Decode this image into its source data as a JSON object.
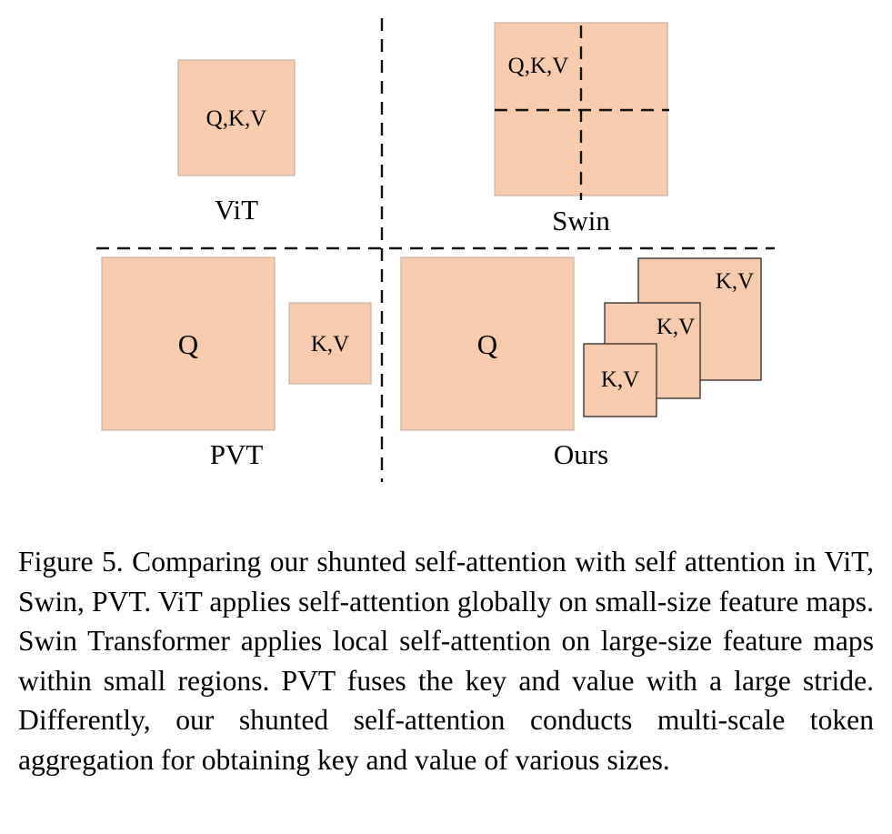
{
  "colors": {
    "block_fill": "#f6cbae",
    "block_stroke": "#c8b3a4",
    "stacked_stroke": "#2a2a2a",
    "divider": "#111111"
  },
  "panels": {
    "vit": {
      "title": "ViT",
      "qkv_label": "Q,K,V"
    },
    "swin": {
      "title": "Swin",
      "qkv_label": "Q,K,V"
    },
    "pvt": {
      "title": "PVT",
      "q_label": "Q",
      "kv_label": "K,V"
    },
    "ours": {
      "title": "Ours",
      "q_label": "Q",
      "kv_labels": [
        "K,V",
        "K,V",
        "K,V"
      ]
    }
  },
  "caption": {
    "text": "Figure 5. Comparing our shunted self-attention with self attention in ViT, Swin, PVT. ViT applies self-attention globally on small-size feature maps. Swin Transformer applies local self-attention on large-size feature maps within small regions. PVT fuses the key and value with a large stride. Differently, our shunted self-attention conducts multi-scale token aggregation for obtaining key and value of various sizes."
  }
}
